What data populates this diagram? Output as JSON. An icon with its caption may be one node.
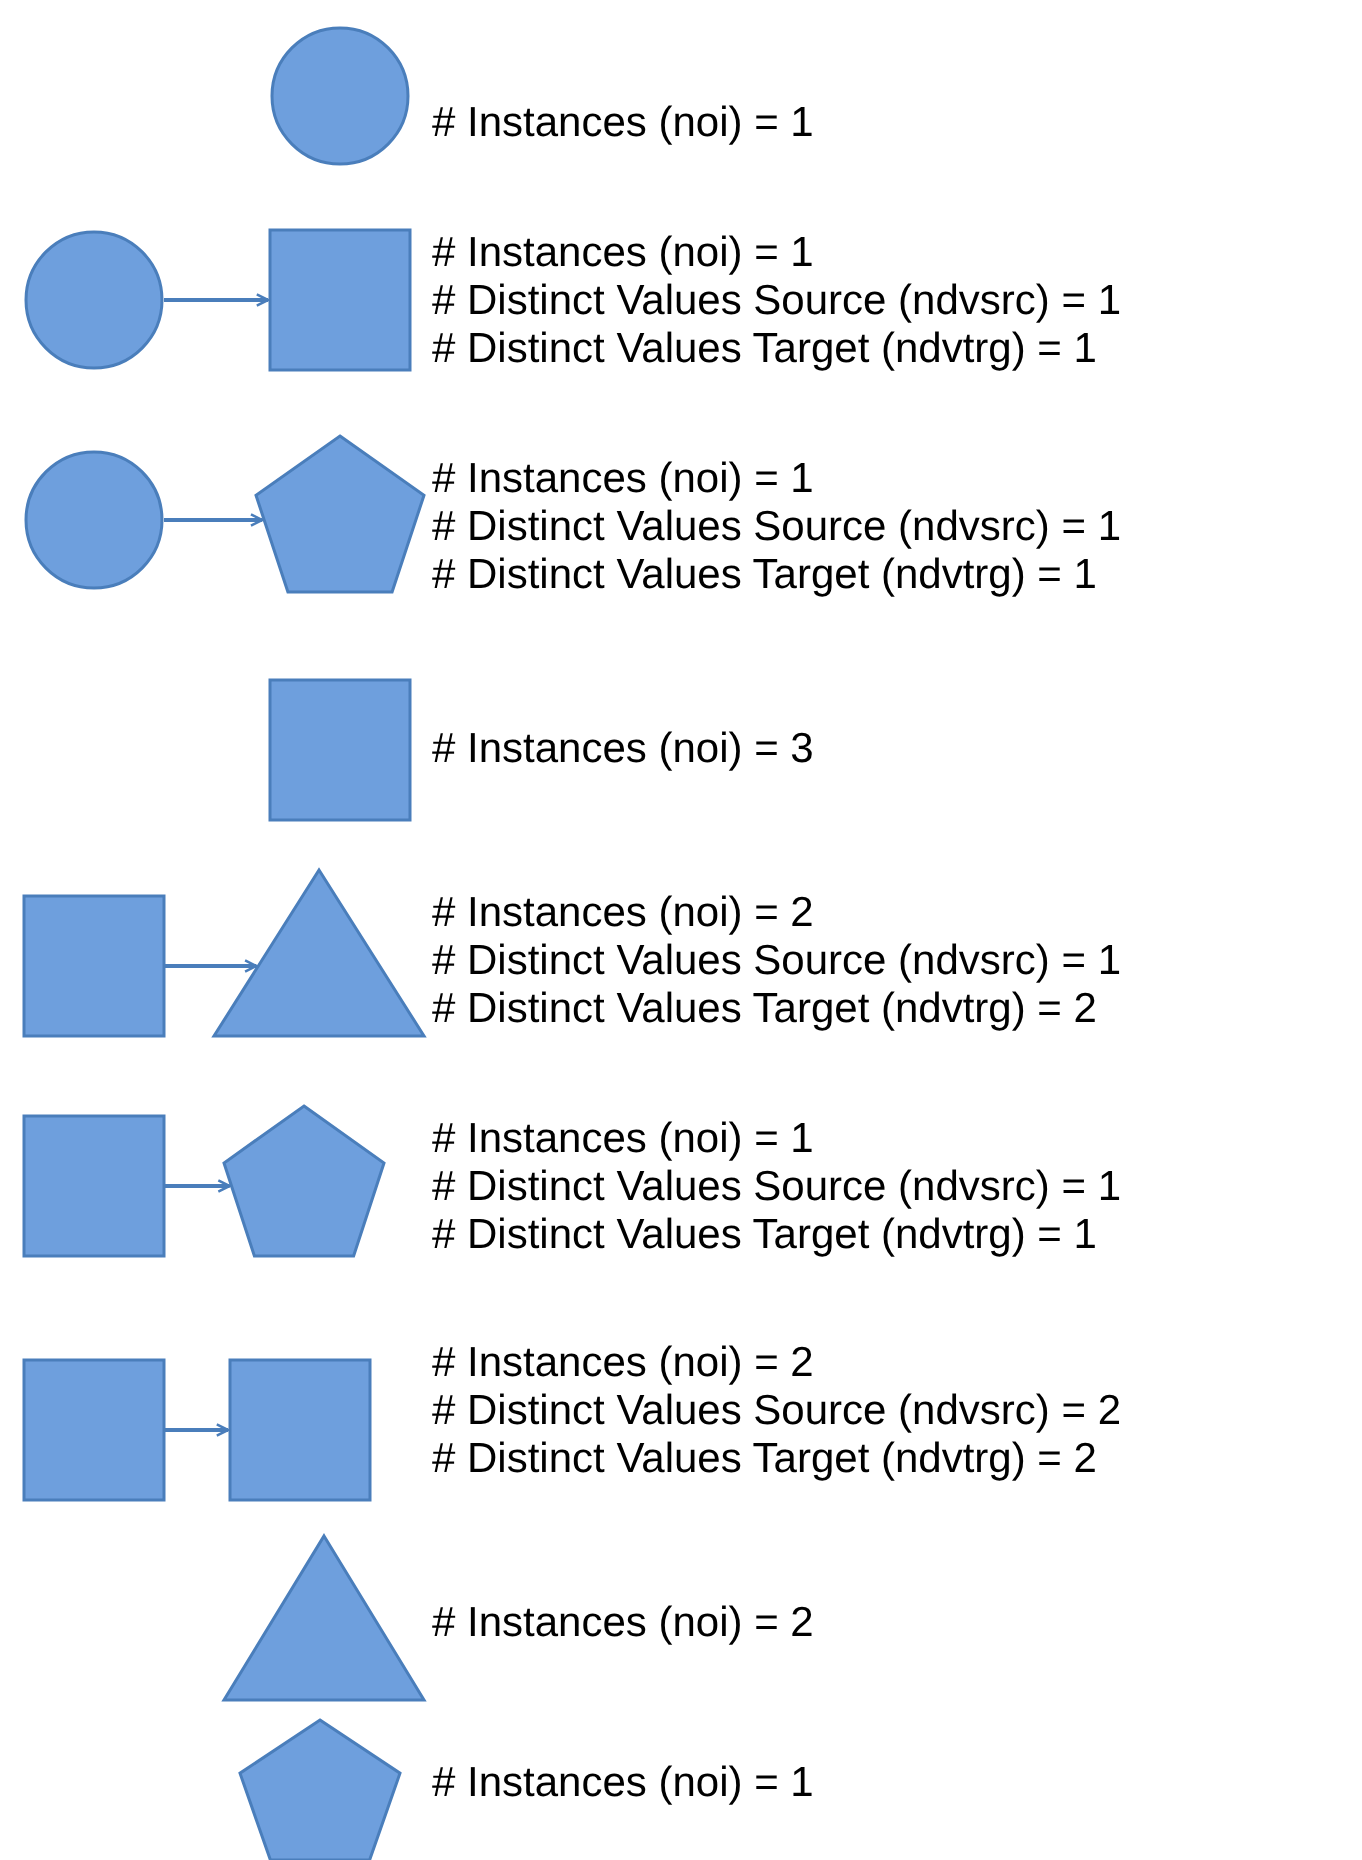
{
  "diagram": {
    "nodes": [
      {
        "text": [],
        "shape": "circle",
        "beside": [
          "# Instances (noi) = 1"
        ]
      },
      {
        "text": [],
        "shape": "circle"
      },
      {
        "text": [],
        "shape": "box",
        "beside": [
          "# Instances (noi) = 1",
          "# Distinct Values Source (ndvsrc) = 1",
          "# Distinct Values Target (ndvtrg) = 1"
        ]
      },
      {
        "text": [],
        "shape": "circle"
      },
      {
        "text": [],
        "shape": "pentagon",
        "beside": [
          "# Instances (noi) = 1",
          "# Distinct Values Source (ndvsrc) = 1",
          "# Distinct Values Target (ndvtrg) = 1"
        ]
      },
      {
        "text": [],
        "shape": "box",
        "beside": [
          "# Instances (noi) = 3"
        ]
      },
      {
        "text": [],
        "shape": "box"
      },
      {
        "text": [],
        "shape": "triangle",
        "beside": [
          "# Instances (noi) = 2",
          "# Distinct Values Source (ndvsrc) = 1",
          "# Distinct Values Target (ndvtrg) = 2"
        ]
      },
      {
        "text": [],
        "shape": "box"
      },
      {
        "text": [],
        "shape": "pentagon",
        "beside": [
          "# Instances (noi) = 1",
          "# Distinct Values Source (ndvsrc) = 1",
          "# Distinct Values Target (ndvtrg) = 1"
        ]
      },
      {
        "text": [],
        "shape": "box"
      },
      {
        "text": [],
        "shape": "box",
        "beside": [
          "# Instances (noi) = 2",
          "# Distinct Values Source (ndvsrc) = 2",
          "# Distinct Values Target (ndvtrg) = 2"
        ]
      },
      {
        "text": [],
        "shape": "triangle",
        "beside": [
          "# Instances (noi) = 2"
        ]
      },
      {
        "text": [],
        "shape": "pentagon",
        "beside": [
          "# Instances (noi) = 1"
        ]
      }
    ],
    "edges": [
      {
        "from": 1,
        "to": 2,
        "arrow": "to"
      },
      {
        "from": 3,
        "to": 4,
        "arrow": "to"
      },
      {
        "from": 6,
        "to": 7,
        "arrow": "to"
      },
      {
        "from": 8,
        "to": 9,
        "arrow": "to"
      },
      {
        "from": 10,
        "to": 11,
        "arrow": "to"
      }
    ]
  }
}
